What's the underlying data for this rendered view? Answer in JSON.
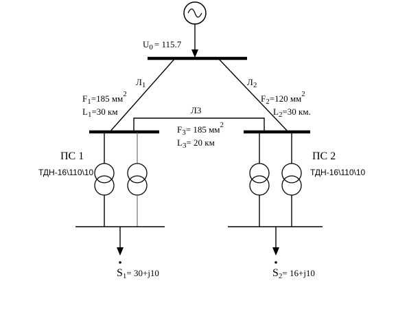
{
  "generator": {
    "voltage_label": "U",
    "voltage_sub": "0",
    "voltage_value": "= 115.7"
  },
  "line1": {
    "name": "Л",
    "name_sub": "1",
    "section_F": "F",
    "section_F_sub": "1",
    "section_value": "=185 мм",
    "section_exp": "2",
    "length_L": "L",
    "length_L_sub": "1",
    "length_value": "=30 км"
  },
  "line2": {
    "name": "Л",
    "name_sub": "2",
    "section_F": "F",
    "section_F_sub": "2",
    "section_value": "=120 мм",
    "section_exp": "2",
    "length_L": "L",
    "length_L_sub": "2",
    "length_value": "=30 км."
  },
  "line3": {
    "name": "Л3",
    "section_F": "F",
    "section_F_sub": "3",
    "section_value": "= 185 мм",
    "section_exp": "2",
    "length_L": "L",
    "length_L_sub": "3",
    "length_value": "= 20 км"
  },
  "substation1": {
    "name": "ПС 1",
    "transformer": "ТДН-16\\110\\10"
  },
  "substation2": {
    "name": "ПС 2",
    "transformer": "ТДН-16\\110\\10"
  },
  "load1": {
    "symbol": "S",
    "sub": "1",
    "value": "= 30+j10"
  },
  "load2": {
    "symbol": "S",
    "sub": "2",
    "value": "= 16+j10"
  }
}
